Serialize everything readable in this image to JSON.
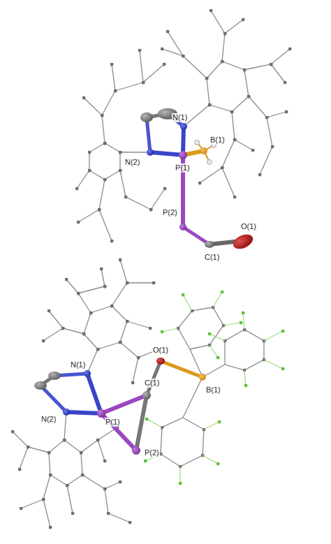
{
  "diagram": {
    "labels": [
      "N(1)",
      "B(1)",
      "N(2)",
      "P(1)",
      "P(2)",
      "C(1)",
      "O(1)",
      "N(1)",
      "O(1)",
      "C(1)",
      "B(1)",
      "N(2)",
      "P(1)",
      "P(2)"
    ]
  }
}
